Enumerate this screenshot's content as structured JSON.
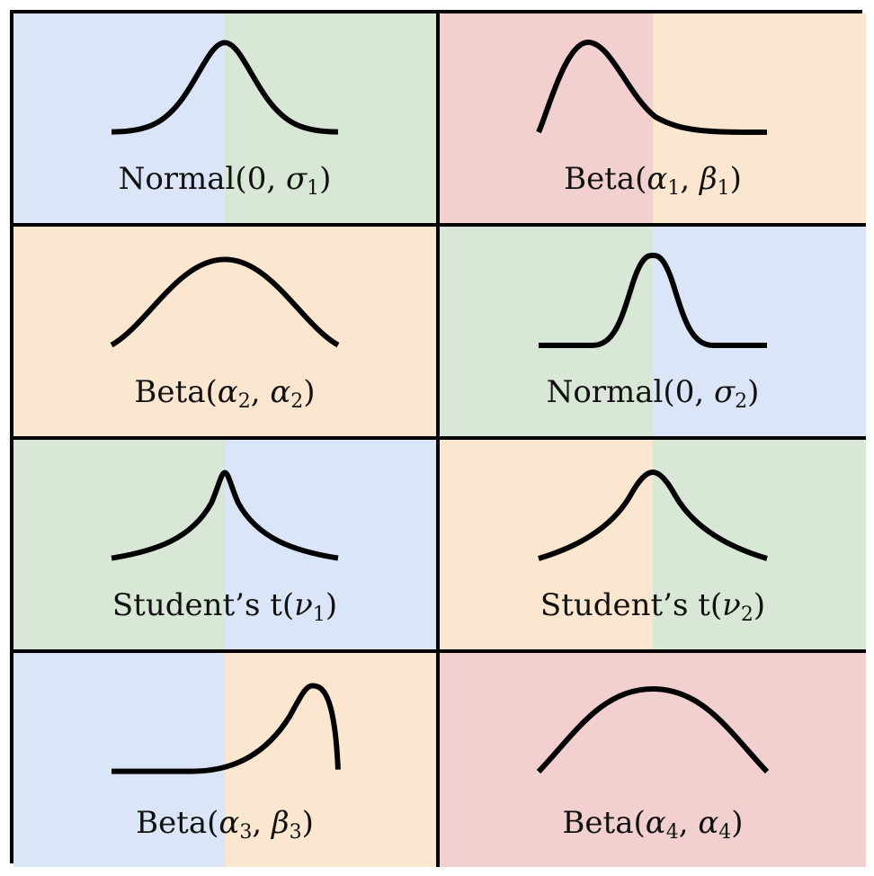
{
  "colors": {
    "blue": "#dae6f8",
    "green": "#d9e8d6",
    "orange": "#fbe6d0",
    "red": "#f2d0d0",
    "line": "#000000"
  },
  "cells": [
    {
      "left": "blue",
      "right": "green",
      "curve": "normal-wide",
      "name": "Normal",
      "args": [
        {
          "t": "0"
        },
        {
          "g": "σ",
          "s": "1"
        }
      ]
    },
    {
      "left": "red",
      "right": "orange",
      "curve": "beta-right-skew",
      "name": "Beta",
      "args": [
        {
          "g": "α",
          "s": "1"
        },
        {
          "g": "β",
          "s": "1"
        }
      ]
    },
    {
      "left": "orange",
      "right": "orange",
      "curve": "beta-symmetric",
      "name": "Beta",
      "args": [
        {
          "g": "α",
          "s": "2"
        },
        {
          "g": "α",
          "s": "2"
        }
      ]
    },
    {
      "left": "green",
      "right": "blue",
      "curve": "normal-narrow",
      "name": "Normal",
      "args": [
        {
          "t": "0"
        },
        {
          "g": "σ",
          "s": "2"
        }
      ]
    },
    {
      "left": "green",
      "right": "blue",
      "curve": "student-t-peaked",
      "name": "Student’s t",
      "args": [
        {
          "g": "ν",
          "s": "1"
        }
      ]
    },
    {
      "left": "orange",
      "right": "green",
      "curve": "student-t-wide",
      "name": "Student’s t",
      "args": [
        {
          "g": "ν",
          "s": "2"
        }
      ]
    },
    {
      "left": "blue",
      "right": "orange",
      "curve": "beta-left-skew",
      "name": "Beta",
      "args": [
        {
          "g": "α",
          "s": "3"
        },
        {
          "g": "β",
          "s": "3"
        }
      ]
    },
    {
      "left": "red",
      "right": "red",
      "curve": "beta-broad",
      "name": "Beta",
      "args": [
        {
          "g": "α",
          "s": "4"
        },
        {
          "g": "α",
          "s": "4"
        }
      ]
    }
  ]
}
